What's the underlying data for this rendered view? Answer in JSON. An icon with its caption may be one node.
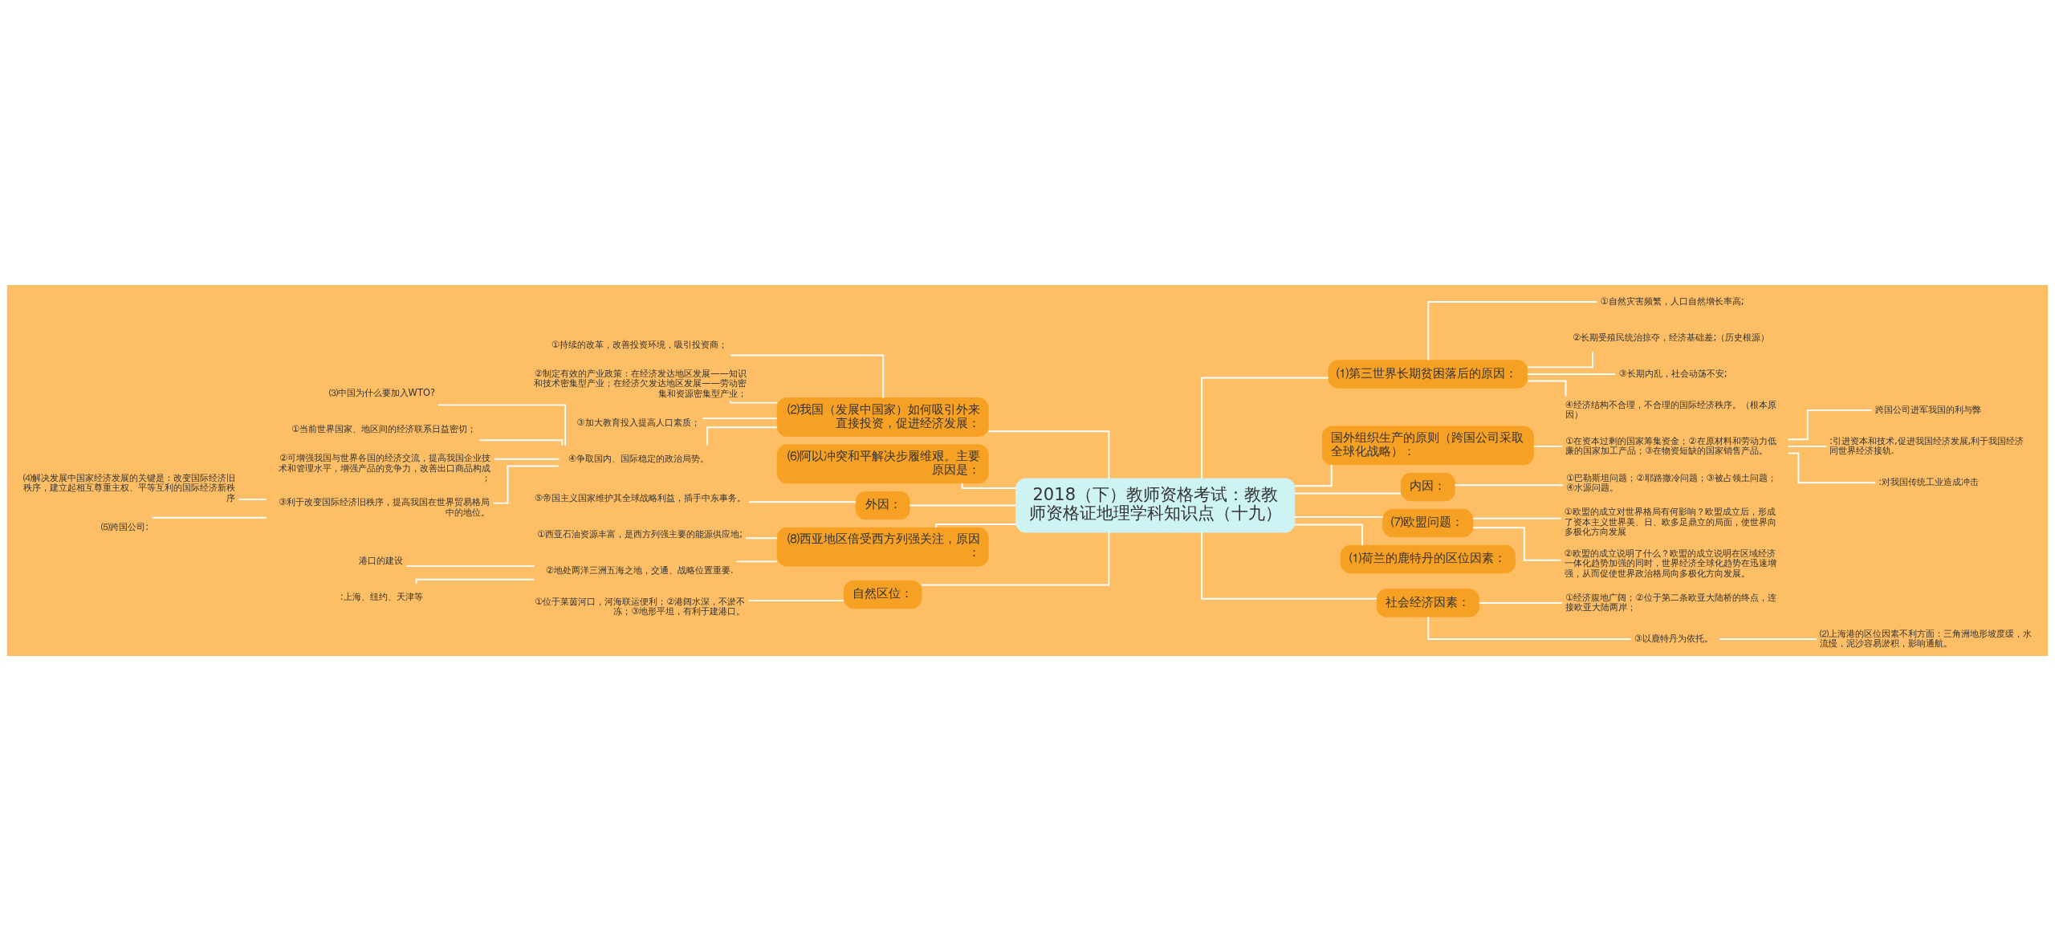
{
  "diagram": {
    "nodes": [
      {
        "text": [
          "2018（下）教师资格考试：教教师资格证地理学科知识点（十九）"
        ]
      },
      {
        "text": [
          "⑵我国（发展中国家）如何吸引外来直接投资，促进经济发展："
        ]
      },
      {
        "text": [
          "①持续的改革，改善投资环境，吸引投资商；"
        ]
      },
      {
        "text": [
          "②制定有效的产业政策：在经济发达地区发展——知识和技术密集型产业；在经济欠发达地区发展——劳动密集和资源密集型产业；"
        ]
      },
      {
        "text": [
          "③加大教育投入提高人口素质；"
        ]
      },
      {
        "text": [
          "④争取国内、国际稳定的政治局势。"
        ]
      },
      {
        "text": [
          "⑶中国为什么要加入WTO?"
        ]
      },
      {
        "text": [
          "①当前世界国家、地区间的经济联系日益密切；"
        ]
      },
      {
        "text": [
          "②可增强我国与世界各国的经济交流，提高我国企业技术和管理水平，增强产品的竞争力，改善出口商品构成；"
        ]
      },
      {
        "text": [
          "③利于改变国际经济旧秩序，提高我国在世界贸易格局中的地位。"
        ]
      },
      {
        "text": [
          "⑷解决发展中国家经济发展的关键是：改变国际经济旧秩序，建立起相互尊重主权、平等互利的国际经济新秩序"
        ]
      },
      {
        "text": [
          "⑸跨国公司:"
        ]
      },
      {
        "text": [
          "⑹阿以冲突和平解决步履维艰。主要原因是："
        ]
      },
      {
        "text": [
          "外因："
        ]
      },
      {
        "text": [
          "⑤帝国主义国家维护其全球战略利益，插手中东事务。"
        ]
      },
      {
        "text": [
          "⑻西亚地区倍受西方列强关注，原因："
        ]
      },
      {
        "text": [
          "①西亚石油资源丰富，是西方列强主要的能源供应地;"
        ]
      },
      {
        "text": [
          "②地处两洋三洲五海之地，交通、战略位置重要."
        ]
      },
      {
        "text": [
          "港口的建设"
        ]
      },
      {
        "text": [
          ":上海、纽约、天津等"
        ]
      },
      {
        "text": [
          "自然区位："
        ]
      },
      {
        "text": [
          "①位于莱茵河口，河海联运便利；②港阔水深，不淤不冻；③地形平坦，有利于建港口。"
        ]
      },
      {
        "text": [
          "⑴第三世界长期贫困落后的原因："
        ]
      },
      {
        "text": [
          "①自然灾害频繁，人口自然增长率高;"
        ]
      },
      {
        "text": [
          "②长期受殖民统治掠夺，经济基础差;（历史根源）"
        ]
      },
      {
        "text": [
          "③长期内乱，社会动荡不安;"
        ]
      },
      {
        "text": [
          "④经济结构不合理，不合理的国际经济秩序。（根本原因）"
        ]
      },
      {
        "text": [
          "国外组织生产的原则（跨国公司采取全球化战略）："
        ]
      },
      {
        "text": [
          "①在资本过剩的国家筹集资金；②在原材料和劳动力低廉的国家加工产品；③在物资短缺的国家销售产品。"
        ]
      },
      {
        "text": [
          "跨国公司进军我国的利与弊"
        ]
      },
      {
        "text": [
          ":引进资本和技术,促进我国经济发展,利于我国经济同世界经济接轨."
        ]
      },
      {
        "text": [
          ":对我国传统工业造成冲击"
        ]
      },
      {
        "text": [
          "内因："
        ]
      },
      {
        "text": [
          "①巴勒斯坦问题；②耶路撒冷问题；③被占领土问题；④水源问题。"
        ]
      },
      {
        "text": [
          "⑺欧盟问题："
        ]
      },
      {
        "text": [
          "①欧盟的成立对世界格局有何影响？欧盟成立后，形成了资本主义世界美、日、欧多足鼎立的局面，使世界向多极化方向发展"
        ]
      },
      {
        "text": [
          "②欧盟的成立说明了什么？欧盟的成立说明在区域经济一体化趋势加强的同时，世界经济全球化趋势在迅速增强，从而促使世界政治格局向多极化方向发展。"
        ]
      },
      {
        "text": [
          "⑴荷兰的鹿特丹的区位因素："
        ]
      },
      {
        "text": [
          "社会经济因素："
        ]
      },
      {
        "text": [
          "①经济腹地广阔；②位于第二条欧亚大陆桥的终点，连接欧亚大陆两岸；"
        ]
      },
      {
        "text": [
          "③以鹿特丹为依托。"
        ]
      },
      {
        "text": [
          "⑵上海港的区位因素不利方面：三角洲地形坡度缓，水流慢，泥沙容易淤积，影响通航。"
        ]
      }
    ],
    "edges": [
      {
        "from": 0,
        "to": 1,
        "arrow": "none"
      },
      {
        "from": 1,
        "to": 2,
        "arrow": "none"
      },
      {
        "from": 1,
        "to": 3,
        "arrow": "none"
      },
      {
        "from": 1,
        "to": 4,
        "arrow": "none"
      },
      {
        "from": 1,
        "to": 5,
        "arrow": "none"
      },
      {
        "from": 5,
        "to": 6,
        "arrow": "none"
      },
      {
        "from": 5,
        "to": 7,
        "arrow": "none"
      },
      {
        "from": 5,
        "to": 8,
        "arrow": "none"
      },
      {
        "from": 5,
        "to": 9,
        "arrow": "none"
      },
      {
        "from": 9,
        "to": 10,
        "arrow": "none"
      },
      {
        "from": 9,
        "to": 11,
        "arrow": "none"
      },
      {
        "from": 0,
        "to": 12,
        "arrow": "none"
      },
      {
        "from": 0,
        "to": 13,
        "arrow": "none"
      },
      {
        "from": 13,
        "to": 14,
        "arrow": "none"
      },
      {
        "from": 0,
        "to": 15,
        "arrow": "none"
      },
      {
        "from": 15,
        "to": 16,
        "arrow": "none"
      },
      {
        "from": 15,
        "to": 17,
        "arrow": "none"
      },
      {
        "from": 17,
        "to": 18,
        "arrow": "none"
      },
      {
        "from": 17,
        "to": 19,
        "arrow": "none"
      },
      {
        "from": 0,
        "to": 20,
        "arrow": "none"
      },
      {
        "from": 20,
        "to": 21,
        "arrow": "none"
      },
      {
        "from": 0,
        "to": 22,
        "arrow": "none"
      },
      {
        "from": 22,
        "to": 23,
        "arrow": "none"
      },
      {
        "from": 22,
        "to": 24,
        "arrow": "none"
      },
      {
        "from": 22,
        "to": 25,
        "arrow": "none"
      },
      {
        "from": 22,
        "to": 26,
        "arrow": "none"
      },
      {
        "from": 0,
        "to": 27,
        "arrow": "none"
      },
      {
        "from": 27,
        "to": 28,
        "arrow": "none"
      },
      {
        "from": 28,
        "to": 29,
        "arrow": "none"
      },
      {
        "from": 28,
        "to": 30,
        "arrow": "none"
      },
      {
        "from": 28,
        "to": 31,
        "arrow": "none"
      },
      {
        "from": 0,
        "to": 32,
        "arrow": "none"
      },
      {
        "from": 32,
        "to": 33,
        "arrow": "none"
      },
      {
        "from": 0,
        "to": 34,
        "arrow": "none"
      },
      {
        "from": 34,
        "to": 35,
        "arrow": "none"
      },
      {
        "from": 34,
        "to": 36,
        "arrow": "none"
      },
      {
        "from": 0,
        "to": 37,
        "arrow": "none"
      },
      {
        "from": 0,
        "to": 38,
        "arrow": "none"
      },
      {
        "from": 38,
        "to": 39,
        "arrow": "none"
      },
      {
        "from": 38,
        "to": 40,
        "arrow": "none"
      },
      {
        "from": 40,
        "to": 41,
        "arrow": "none"
      }
    ]
  }
}
